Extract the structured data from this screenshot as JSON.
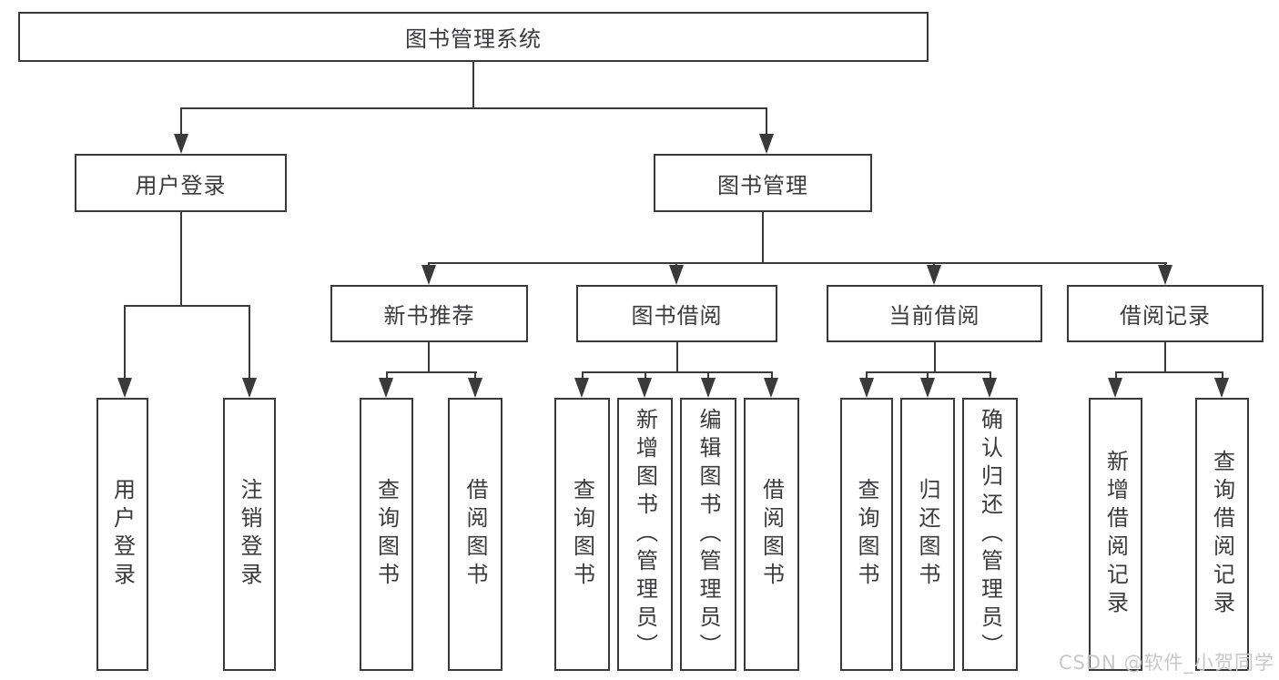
{
  "tree": {
    "root": {
      "label": "图书管理系统"
    },
    "branches": [
      {
        "label": "用户登录",
        "children": [
          {
            "label": "用户登录"
          },
          {
            "label": "注销登录"
          }
        ]
      },
      {
        "label": "图书管理",
        "children": [
          {
            "label": "新书推荐",
            "children": [
              {
                "label": "查询图书"
              },
              {
                "label": "借阅图书"
              }
            ]
          },
          {
            "label": "图书借阅",
            "children": [
              {
                "label": "查询图书"
              },
              {
                "label": "新增图书（管理员）"
              },
              {
                "label": "编辑图书（管理员）"
              },
              {
                "label": "借阅图书"
              }
            ]
          },
          {
            "label": "当前借阅",
            "children": [
              {
                "label": "查询图书"
              },
              {
                "label": "归还图书"
              },
              {
                "label": "确认归还（管理员）"
              }
            ]
          },
          {
            "label": "借阅记录",
            "children": [
              {
                "label": "新增借阅记录"
              },
              {
                "label": "查询借阅记录"
              }
            ]
          }
        ]
      }
    ]
  },
  "watermark": {
    "text": "CSDN @软件_小贺同学"
  },
  "colors": {
    "line": "#3a3a3a",
    "text": "#3b3b3d",
    "watermark": "#c8c8c8",
    "background": "#ffffff"
  }
}
